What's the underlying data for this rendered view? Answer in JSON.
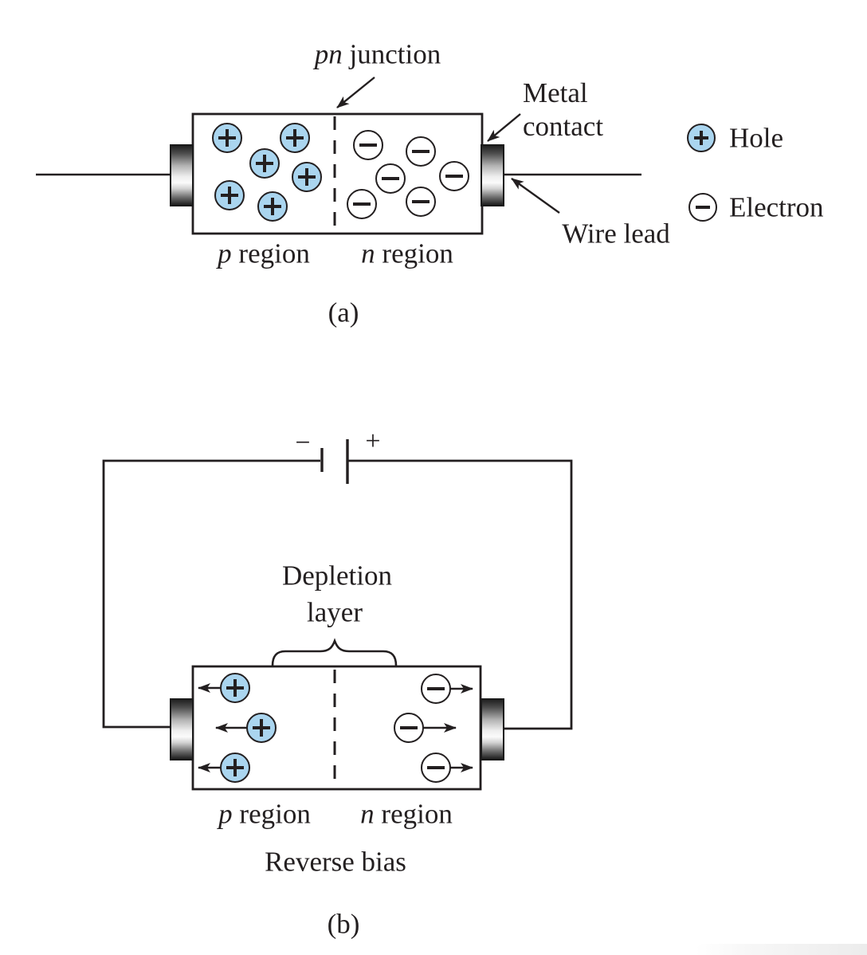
{
  "figure": {
    "part_a": {
      "pn_junction_label": {
        "italic": "pn",
        "rest": " junction"
      },
      "metal_contact_label": "Metal contact",
      "wire_lead_label": "Wire lead",
      "p_region_label": {
        "italic": "p",
        "rest": " region"
      },
      "n_region_label": {
        "italic": "n",
        "rest": " region"
      },
      "caption": "(a)",
      "hole_count": 6,
      "electron_count": 6
    },
    "legend": {
      "hole_label": "Hole",
      "electron_label": "Electron"
    },
    "part_b": {
      "battery_minus": "−",
      "battery_plus": "+",
      "depletion_label_line1": "Depletion",
      "depletion_label_line2": "layer",
      "p_region_label": {
        "italic": "p",
        "rest": " region"
      },
      "n_region_label": {
        "italic": "n",
        "rest": " region"
      },
      "reverse_bias_label": "Reverse bias",
      "caption": "(b)",
      "hole_count": 3,
      "electron_count": 3
    },
    "colors": {
      "hole_fill": "#aad5ef",
      "electron_fill": "#ffffff",
      "line": "#231f20"
    }
  }
}
